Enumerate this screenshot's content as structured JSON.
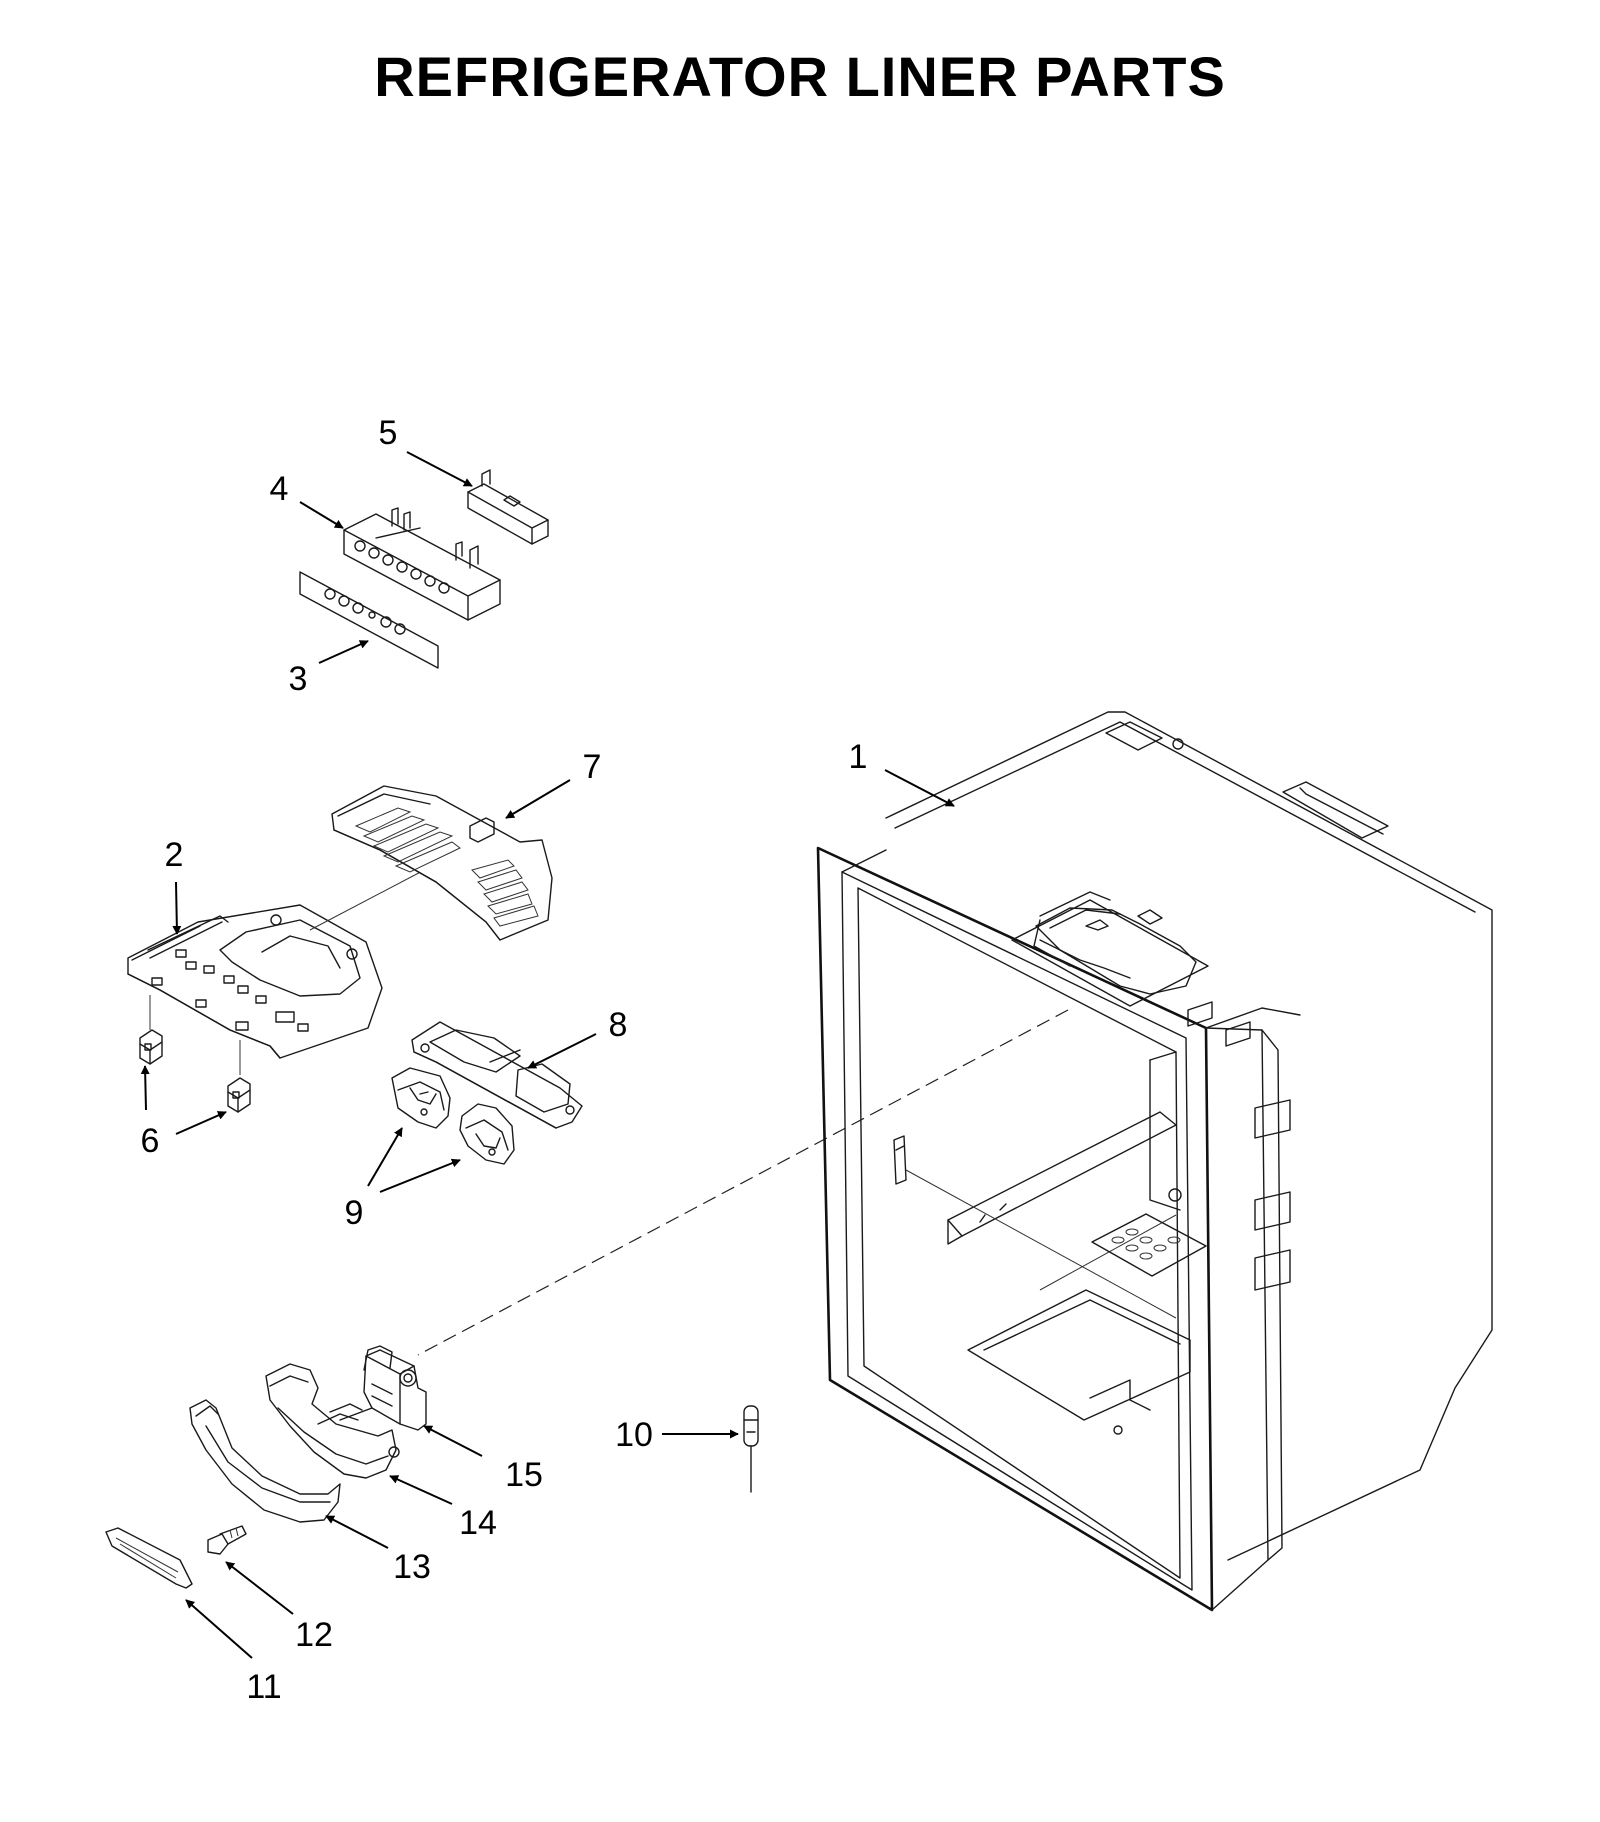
{
  "title": "REFRIGERATOR LINER PARTS",
  "callouts": [
    {
      "part": "1"
    },
    {
      "part": "2"
    },
    {
      "part": "3"
    },
    {
      "part": "4"
    },
    {
      "part": "5"
    },
    {
      "part": "6"
    },
    {
      "part": "7"
    },
    {
      "part": "8"
    },
    {
      "part": "9"
    },
    {
      "part": "10"
    },
    {
      "part": "11"
    },
    {
      "part": "12"
    },
    {
      "part": "13"
    },
    {
      "part": "14"
    },
    {
      "part": "15"
    }
  ]
}
